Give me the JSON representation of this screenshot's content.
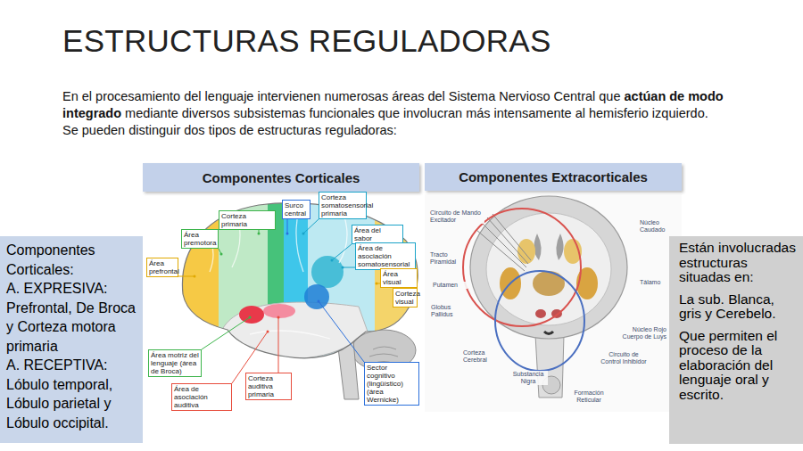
{
  "diagram": {
    "title": "ESTRUCTURAS REGULADORAS",
    "nodes": [
      {
        "text": [
          "Componentes Corticales"
        ]
      },
      {
        "text": [
          "Componentes Extracorticales"
        ]
      },
      {
        "text": [
          "Componentes Corticales:",
          "A. EXPRESIVA: Prefrontal, De Broca y Corteza motora primaria",
          "A. RECEPTIVA: Lóbulo temporal, Lóbulo parietal y Lóbulo occipital."
        ]
      },
      {
        "text": [
          "Corteza primaria"
        ]
      },
      {
        "text": [
          "Surco central"
        ]
      },
      {
        "text": [
          "Corteza somatosensorial primaria"
        ]
      },
      {
        "text": [
          "Área premotora"
        ]
      },
      {
        "text": [
          "Área del sabor"
        ]
      },
      {
        "text": [
          "Área prefrontal"
        ]
      },
      {
        "text": [
          "Área de asociación somatosensorial"
        ]
      },
      {
        "text": [
          "Área visual"
        ]
      },
      {
        "text": [
          "Corteza visual"
        ]
      },
      {
        "text": [
          "Área motriz del lenguaje (área de Broca)"
        ]
      },
      {
        "text": [
          "Área de asociación auditiva"
        ]
      },
      {
        "text": [
          "Corteza auditiva primaria"
        ]
      },
      {
        "text": [
          "Sector cognitivo (lingüístico) (área Wernicke)"
        ]
      },
      {
        "text": [
          "Están involucradas estructuras situadas en:",
          "La sub. Blanca, gris y Cerebelo.",
          "Que permiten el proceso de la elaboración del lenguaje oral y escrito."
        ]
      }
    ],
    "labels": [
      "En el procesamiento del lenguaje intervienen numerosas áreas del Sistema Nervioso Central que",
      "actúan de modo integrado",
      "mediante diversos subsistemas funcionales que involucran más intensamente al hemisferio izquierdo.",
      "Se pueden distinguir dos tipos de estructuras reguladoras:",
      "Circuito de Mando Excitador",
      "Núcleo Caudado",
      "Tracto Piramidal",
      "Putamen",
      "Tálamo",
      "Globus Pallidus",
      "Núcleo Rojo Cuerpo de Luys",
      "Corteza Cerebral",
      "Circuito de Control Inhibidor",
      "Substancia Nigra",
      "Formación Reticular"
    ]
  }
}
